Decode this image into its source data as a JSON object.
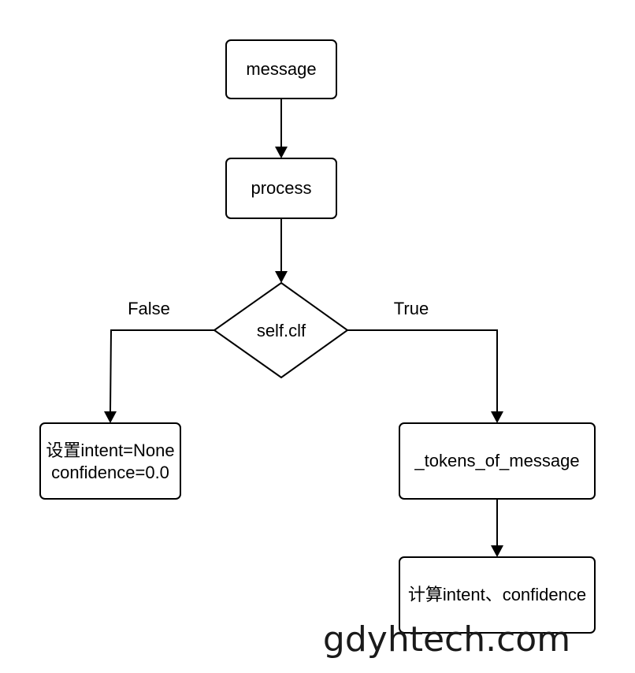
{
  "diagram": {
    "nodes": {
      "message": "message",
      "process": "process",
      "decision": "self.clf",
      "false_box_line1": "设置intent=None",
      "false_box_line2": "confidence=0.0",
      "tokens": "_tokens_of_message",
      "compute": "计算intent、confidence"
    },
    "edges": {
      "false_label": "False",
      "true_label": "True"
    }
  },
  "watermark": "gdyhtech.com",
  "colors": {
    "stroke": "#000000",
    "fill": "#ffffff",
    "text": "#000000"
  }
}
